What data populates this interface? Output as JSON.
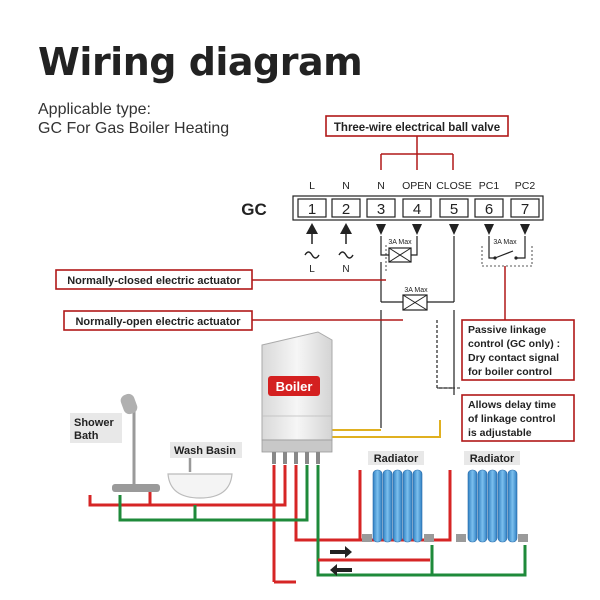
{
  "title": "Wiring diagram",
  "subtitle": {
    "line1": "Applicable type:",
    "line2": "GC For Gas Boiler Heating"
  },
  "terminal_block": {
    "model_label": "GC",
    "terminals": [
      {
        "number": "1",
        "label": "L"
      },
      {
        "number": "2",
        "label": "N"
      },
      {
        "number": "3",
        "label": "N"
      },
      {
        "number": "4",
        "label": "OPEN"
      },
      {
        "number": "5",
        "label": "CLOSE"
      },
      {
        "number": "6",
        "label": "PC1"
      },
      {
        "number": "7",
        "label": "PC2"
      }
    ],
    "supply_labels": [
      "L",
      "N"
    ]
  },
  "callouts": {
    "ball_valve": "Three-wire electrical ball valve",
    "nc_actuator": "Normally-closed electric actuator",
    "no_actuator": "Normally-open electric actuator",
    "passive_linkage": [
      "Passive linkage",
      "control (GC only) :",
      "Dry contact signal",
      "for boiler control"
    ],
    "delay_time": [
      "Allows delay time",
      "of linkage control",
      "is adjustable"
    ]
  },
  "ratings": {
    "nc_relay": "3A Max",
    "no_relay": "3A Max",
    "pc_contact": "3A Max"
  },
  "fixtures": {
    "boiler": "Boiler",
    "shower": [
      "Shower",
      "Bath"
    ],
    "wash_basin": "Wash Basin",
    "radiator_1": "Radiator",
    "radiator_2": "Radiator"
  },
  "colors": {
    "callout_border": "#b01818",
    "hot_pipe": "#d62525",
    "return_pipe": "#1e8a3a",
    "signal_wire": "#e0b020",
    "boiler_badge": "#d42020",
    "radiator": "#3f8fd0"
  }
}
